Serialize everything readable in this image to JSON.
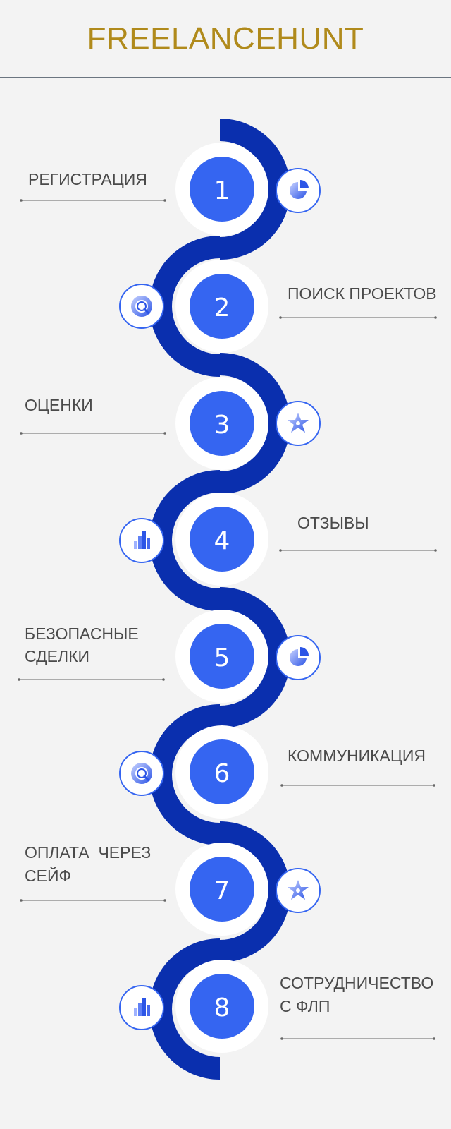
{
  "header": {
    "title": "FREELANCEHUNT"
  },
  "colors": {
    "title": "#b08a1b",
    "wave": "#0a2fae",
    "circle": "#3565f1",
    "text": "#4a4a4a",
    "rule": "#6b7580"
  },
  "steps": [
    {
      "number": "1",
      "label": "РЕГИСТРАЦИЯ",
      "icon": "pie-chart-icon"
    },
    {
      "number": "2",
      "label": "ПОИСК ПРОЕКТОВ",
      "icon": "search-target-icon"
    },
    {
      "number": "3",
      "label": "ОЦЕНКИ",
      "icon": "star-icon"
    },
    {
      "number": "4",
      "label": "ОТЗЫВЫ",
      "icon": "bar-chart-icon"
    },
    {
      "number": "5",
      "label_line1": "БЕЗОПАСНЫЕ",
      "label_line2": "СДЕЛКИ",
      "icon": "pie-chart-icon"
    },
    {
      "number": "6",
      "label": "КОММУНИКАЦИЯ",
      "icon": "search-target-icon"
    },
    {
      "number": "7",
      "label_line1": "ОПЛАТА  ЧЕРЕЗ",
      "label_line2": "СЕЙФ",
      "icon": "star-icon"
    },
    {
      "number": "8",
      "label_line1": "СОТРУДНИЧЕСТВО",
      "label_line2": "С ФЛП",
      "icon": "bar-chart-icon"
    }
  ]
}
